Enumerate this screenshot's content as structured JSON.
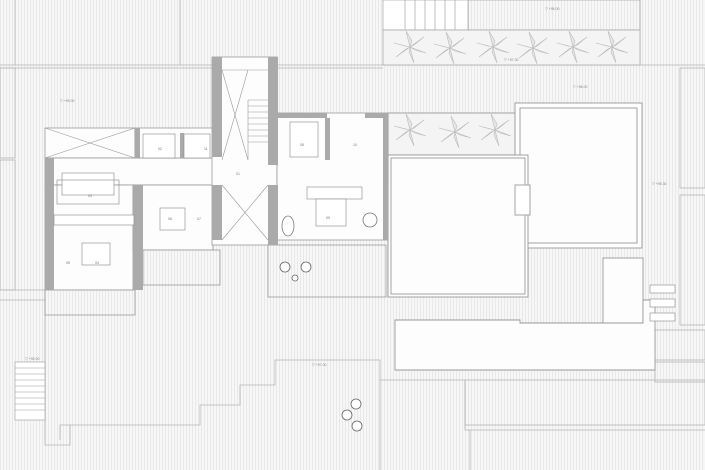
{
  "plan": {
    "colors": {
      "wall": "#a9a9a9",
      "line": "#9a9a9a",
      "hatch": "#e2e2e2",
      "paper": "#fbfbfb",
      "pool": "#fdfdfd"
    },
    "rooms": {
      "r01": "01",
      "r02": "02",
      "r03": "03",
      "r04": "04",
      "r05": "05",
      "r06": "06",
      "r07": "07",
      "r08": "08",
      "r09": "09",
      "r10": "10",
      "r11": "11"
    },
    "levels": {
      "l1": "▽ +95.00",
      "l2": "▽ +97.30",
      "l3": "▽ +95.00",
      "l4": "▽ +96.00",
      "l5": "▽ +95.30",
      "l6": "▽ +97.00",
      "l7": "▽ +95.00"
    },
    "icons": [
      "palm-tree-icon",
      "armchair-icon",
      "bathtub-icon",
      "sun-lounger-icon"
    ]
  }
}
